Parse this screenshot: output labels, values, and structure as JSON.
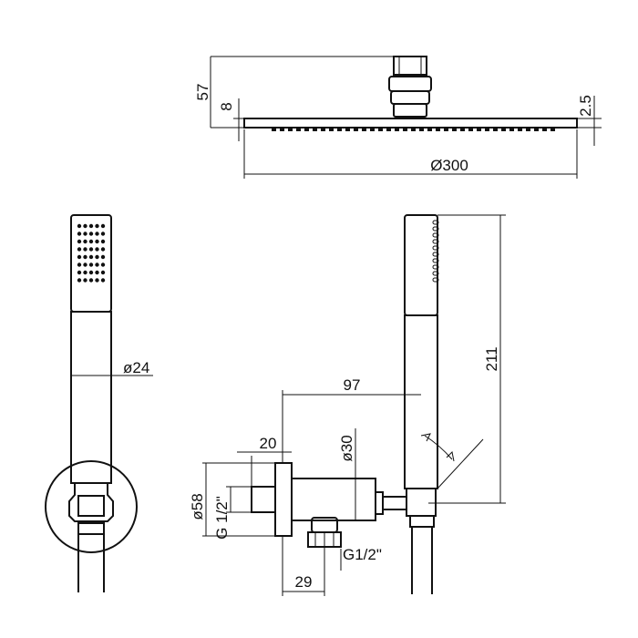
{
  "dimensions": {
    "head_height": "57",
    "arm_height": "8",
    "plate_thickness": "2.5",
    "head_diameter": "Ø300",
    "handset_diameter": "ø24",
    "handset_length": "211",
    "reach": "97",
    "flange_depth": "20",
    "body_diameter": "ø30",
    "flange_diameter": "ø58",
    "inlet_thread": "G 1/2\"",
    "outlet_thread": "G1/2\"",
    "outlet_offset": "29"
  },
  "colors": {
    "line": "#111111",
    "background": "#ffffff"
  }
}
